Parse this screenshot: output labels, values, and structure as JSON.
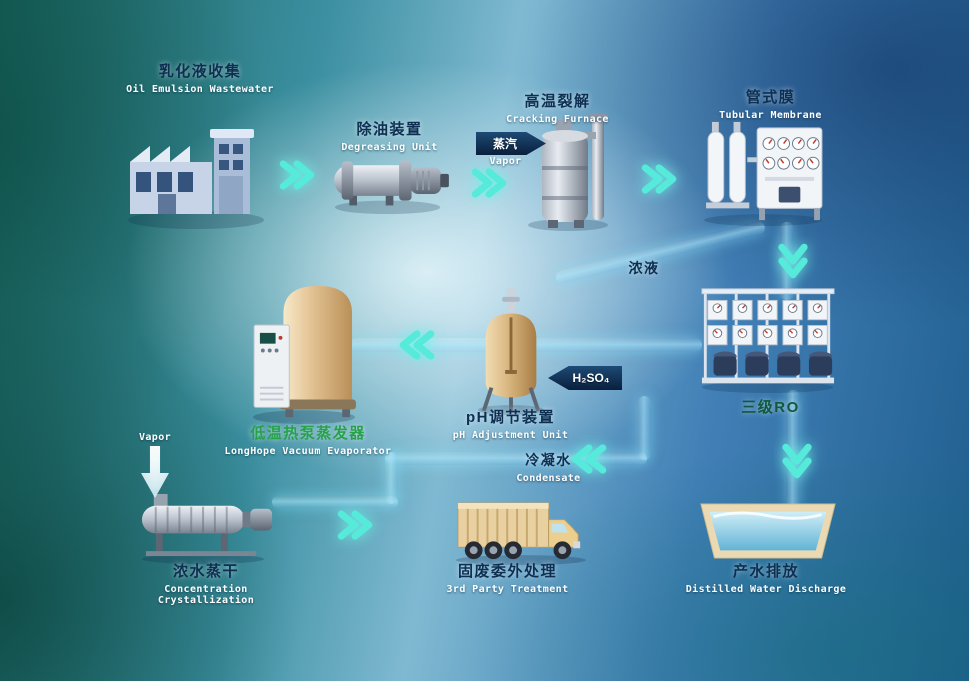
{
  "nodes": {
    "collection": {
      "zh": "乳化液收集",
      "en": "Oil Emulsion Wastewater"
    },
    "degreasing": {
      "zh": "除油装置",
      "en": "Degreasing Unit"
    },
    "cracking": {
      "zh": "高温裂解",
      "en": "Cracking Furnace"
    },
    "membrane": {
      "zh": "管式膜",
      "en": "Tubular Membrane"
    },
    "ro": {
      "zh": "三级RO"
    },
    "ph": {
      "zh": "pH调节装置",
      "en": "pH Adjustment Unit"
    },
    "evaporator": {
      "zh": "低温热泵蒸发器",
      "en": "LongHope Vacuum Evaporator"
    },
    "crystallization": {
      "zh": "浓水蒸干",
      "en_line1": "Concentration",
      "en_line2": "Crystallization"
    },
    "treatment": {
      "zh": "固废委外处理",
      "en": "3rd Party Treatment"
    },
    "discharge": {
      "zh": "产水排放",
      "en": "Distilled Water Discharge"
    }
  },
  "streams": {
    "steam": {
      "zh": "蒸汽",
      "en": "Vapor"
    },
    "concentrate": "浓液",
    "acid": "H₂SO₄",
    "condensate": {
      "zh": "冷凝水",
      "en": "Condensate"
    },
    "vapor_out": "Vapor"
  },
  "colors": {
    "chevron": "#55ead9",
    "zh_text": "#0d2f52",
    "en_text": "#ffffff",
    "evaporator_zh": "#27a24b",
    "ro_zh": "#0e5a3f",
    "dark_arrow": "#0a1f3d"
  }
}
